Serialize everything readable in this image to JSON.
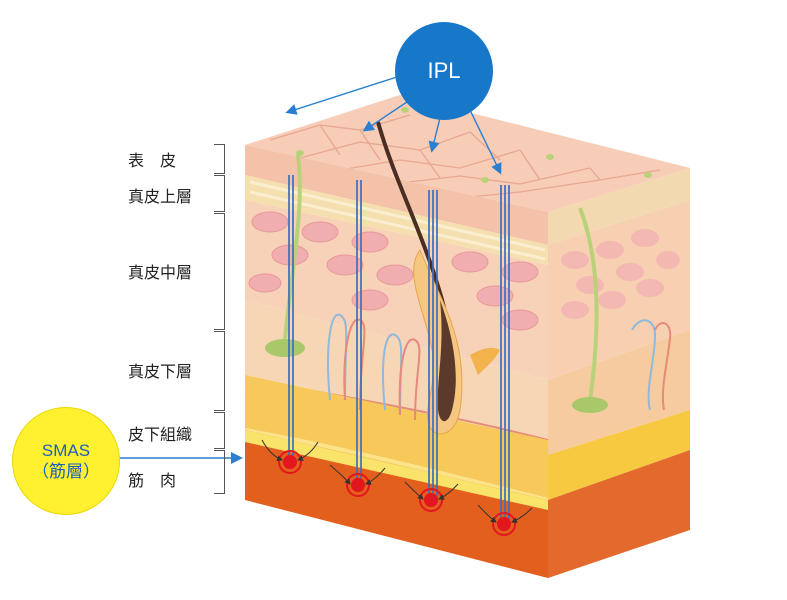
{
  "ipl": {
    "label": "IPL"
  },
  "smas": {
    "line1": "SMAS",
    "line2": "（筋層）"
  },
  "layers": [
    {
      "label": "表　皮"
    },
    {
      "label": "真皮上層"
    },
    {
      "label": "真皮中層"
    },
    {
      "label": "真皮下層"
    },
    {
      "label": "皮下組織"
    },
    {
      "label": "筋　肉"
    }
  ],
  "colors": {
    "ipl_blue": "#1777c8",
    "smas_yellow": "#fff030",
    "epidermis": "#f6c8b0",
    "muscle": "#e45a1a",
    "subcutis": "#f5c52e",
    "target_red": "#e3161e"
  }
}
